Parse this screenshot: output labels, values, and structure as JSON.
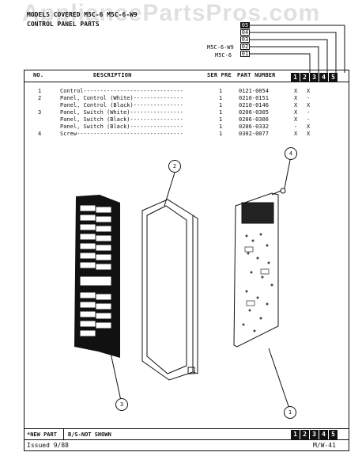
{
  "watermark": "AppliancePartsPros.com",
  "models_covered": {
    "line1": "MODELS COVERED  M5C-6  M5C-6-W9",
    "line2": "CONTROL PANEL PARTS"
  },
  "model_stack": {
    "labels": [
      "05",
      "04",
      "03",
      "02",
      "01"
    ],
    "model_a": "M5C-6-W9",
    "model_b": "M5C-6"
  },
  "table": {
    "headers": {
      "no": "NO.",
      "description": "DESCRIPTION",
      "ser_pre": "SER PRE",
      "part_number": "PART NUMBER"
    },
    "columns": [
      "1",
      "2",
      "3",
      "4",
      "5"
    ],
    "rows": [
      {
        "no": "1",
        "desc": "Control------------------------------",
        "qty": "1",
        "part": "0121-0054",
        "c1": "X",
        "c2": "X"
      },
      {
        "no": "2",
        "desc": "Panel, Control (White)---------------",
        "qty": "1",
        "part": "0210-0151",
        "c1": "X",
        "c2": "-"
      },
      {
        "no": "",
        "desc": "Panel, Control (Black)---------------",
        "qty": "1",
        "part": "0210-0146",
        "c1": "X",
        "c2": "X"
      },
      {
        "no": "3",
        "desc": "Panel, Switch (White)----------------",
        "qty": "1",
        "part": "0206-0305",
        "c1": "X",
        "c2": "-"
      },
      {
        "no": "",
        "desc": "Panel, Switch (Black)----------------",
        "qty": "1",
        "part": "0206-0306",
        "c1": "X",
        "c2": "-"
      },
      {
        "no": "",
        "desc": "Panel, Switch (Black)----------------",
        "qty": "1",
        "part": "0206-0332",
        "c1": "-",
        "c2": "X"
      },
      {
        "no": "4",
        "desc": "Screw--------------------------------",
        "qty": "1",
        "part": "0302-0077",
        "c1": "X",
        "c2": "X"
      }
    ]
  },
  "callouts": [
    "1",
    "2",
    "3",
    "4"
  ],
  "footer": {
    "new_part": "*NEW PART",
    "not_shown": "B/S-NOT SHOWN",
    "columns": [
      "1",
      "2",
      "3",
      "4",
      "5"
    ],
    "issued": "Issued 9/88",
    "page_code": "M/W-41"
  }
}
